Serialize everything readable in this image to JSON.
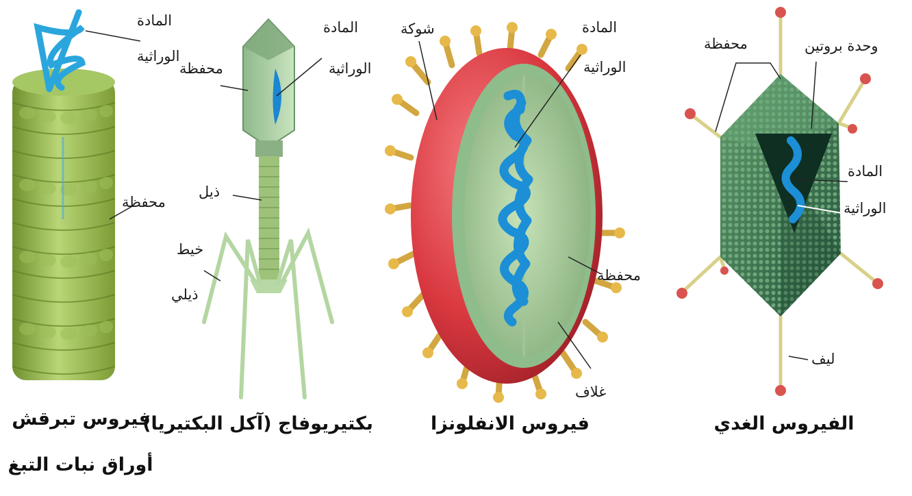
{
  "viruses": [
    {
      "caption_line1": "فيروس تبرقش",
      "caption_line2": "أوراق نبات التبغ",
      "labels": {
        "genetic_line1": "المادة",
        "genetic_line2": "الوراثية",
        "capsid": "محفظة"
      }
    },
    {
      "caption": "بكتيريوفاج (آكل البكتيريا)",
      "labels": {
        "genetic_line1": "المادة",
        "genetic_line2": "الوراثية",
        "capsid": "محفظة",
        "tail": "ذيل",
        "fiber_line1": "خيط",
        "fiber_line2": "ذيلي"
      }
    },
    {
      "caption": "فيروس الانفلونزا",
      "labels": {
        "spike": "شوكة",
        "genetic_line1": "المادة",
        "genetic_line2": "الوراثية",
        "capsid": "محفظة",
        "envelope": "غلاف"
      }
    },
    {
      "caption": "الفيروس الغدي",
      "labels": {
        "capsid": "محفظة",
        "protein_unit": "وحدة بروتين",
        "genetic_line1": "المادة",
        "genetic_line2": "الوراثية",
        "fiber": "ليف"
      }
    }
  ]
}
